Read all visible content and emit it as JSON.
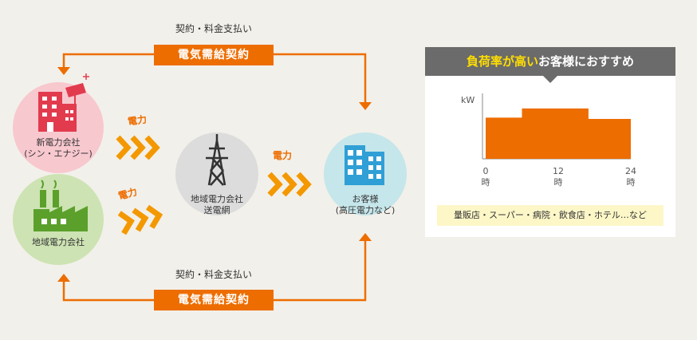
{
  "contracts": {
    "top": {
      "payment_label": "契約・料金支払い",
      "contract_label": "電気需給契約"
    },
    "bottom": {
      "payment_label": "契約・料金支払い",
      "contract_label": "電気需給契約"
    }
  },
  "nodes": {
    "new_power": {
      "line1": "新電力会社",
      "line2": "(シン・エナジー)",
      "icon": "office-building-with-solar-panel-icon",
      "color": "#f8c8cf"
    },
    "regional_power": {
      "line1": "地域電力会社",
      "icon": "factory-icon",
      "color": "#cde3b3"
    },
    "grid": {
      "line1": "地域電力会社",
      "line2": "送電網",
      "icon": "transmission-tower-icon",
      "color": "#d9d9d9"
    },
    "customer": {
      "line1": "お客様",
      "line2": "(高圧電力など)",
      "icon": "building-icon",
      "color": "#c5e6ea"
    }
  },
  "flows": {
    "from_new": "電力",
    "from_regional": "電力",
    "to_customer": "電力"
  },
  "colors": {
    "accent": "#ed6d00",
    "highlight": "#ffde00"
  },
  "panel": {
    "title_highlight": "負荷率が高い",
    "title_rest": "お客様におすすめ",
    "customer_types": "量販店・スーパー・病院・飲食店・ホテル…など"
  },
  "chart_data": {
    "type": "area",
    "title": "",
    "ylabel": "kW",
    "xlabel": "",
    "x_ticks": [
      {
        "value": "0",
        "unit": "時"
      },
      {
        "value": "12",
        "unit": "時"
      },
      {
        "value": "24",
        "unit": "時"
      }
    ],
    "xlim": [
      0,
      24
    ],
    "series": [
      {
        "x": [
          0,
          6,
          6,
          17,
          17,
          24
        ],
        "y": [
          0.63,
          0.63,
          0.77,
          0.77,
          0.61,
          0.61
        ]
      }
    ]
  }
}
